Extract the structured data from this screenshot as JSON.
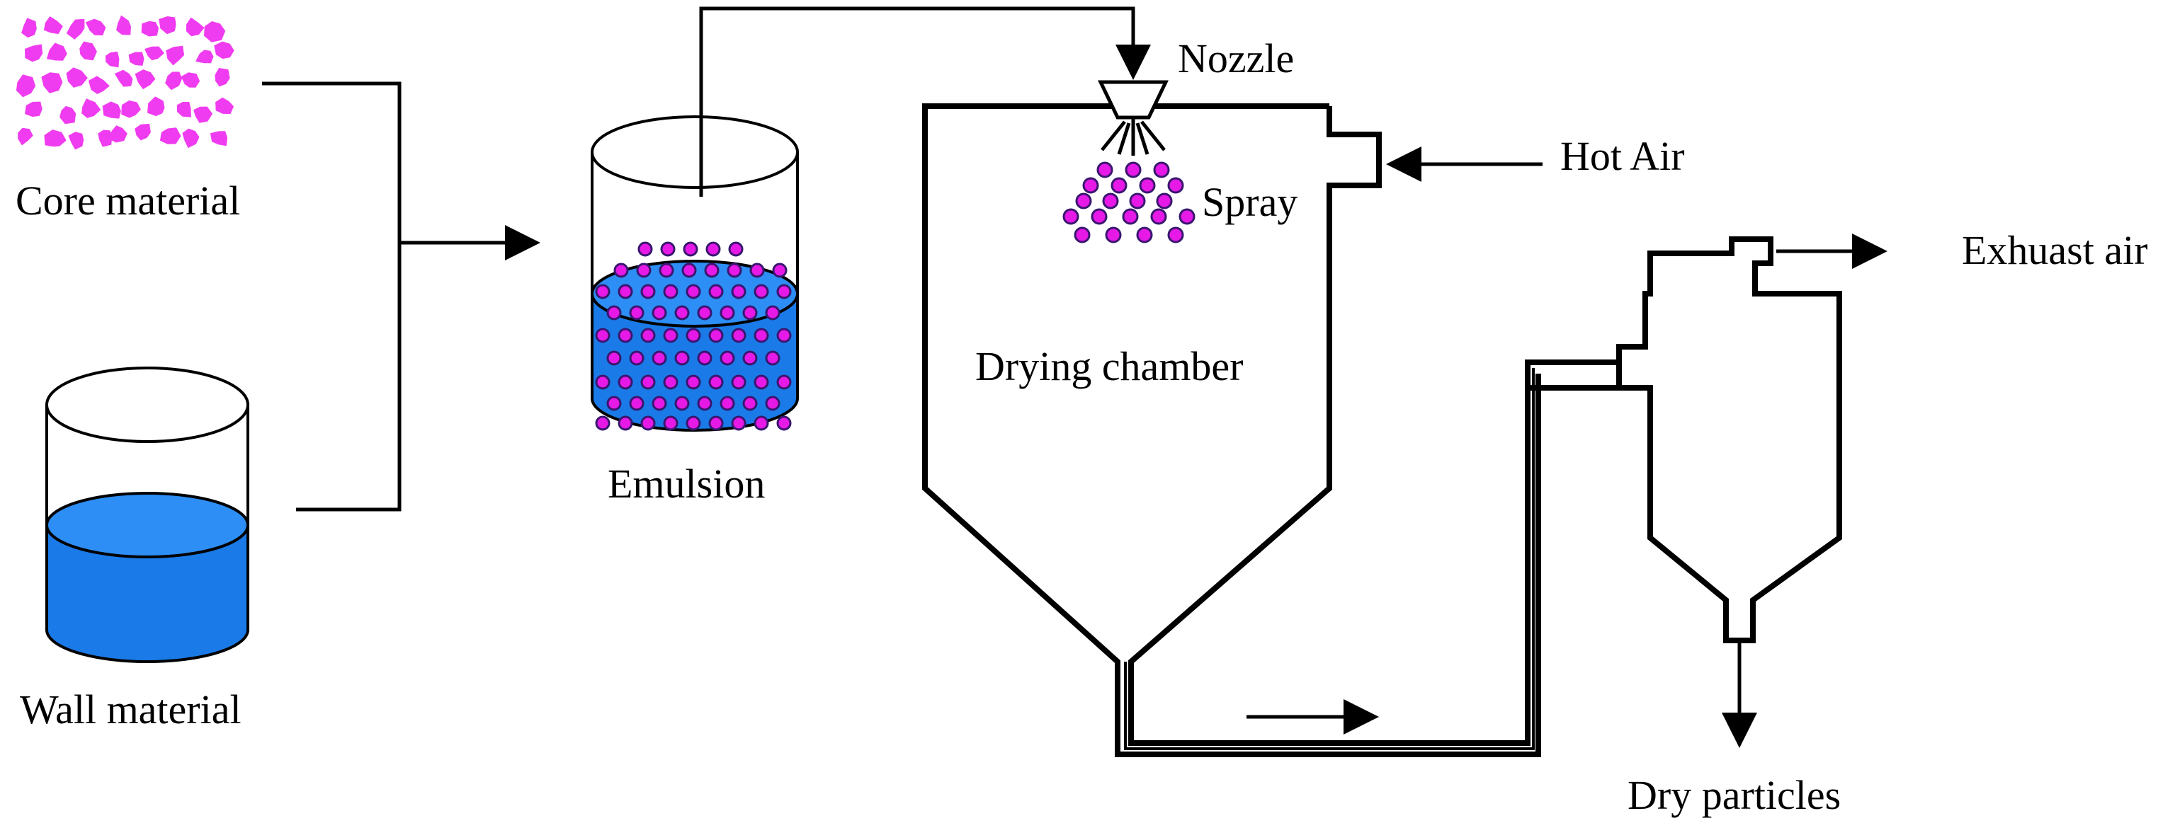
{
  "labels": {
    "core_material": "Core material",
    "wall_material": "Wall material",
    "emulsion": "Emulsion",
    "nozzle": "Nozzle",
    "spray": "Spray",
    "hot_air": "Hot Air",
    "drying_chamber": "Drying chamber",
    "exhaust_air": "Exhuast air",
    "dry_particles": "Dry particles"
  },
  "colors": {
    "core_particle": "#f03cf0",
    "liquid": "#1a7be8",
    "liquid_top": "#2d8ef5",
    "droplet_fill": "#e619e6",
    "droplet_stroke": "#3a1670",
    "line": "#000000"
  }
}
